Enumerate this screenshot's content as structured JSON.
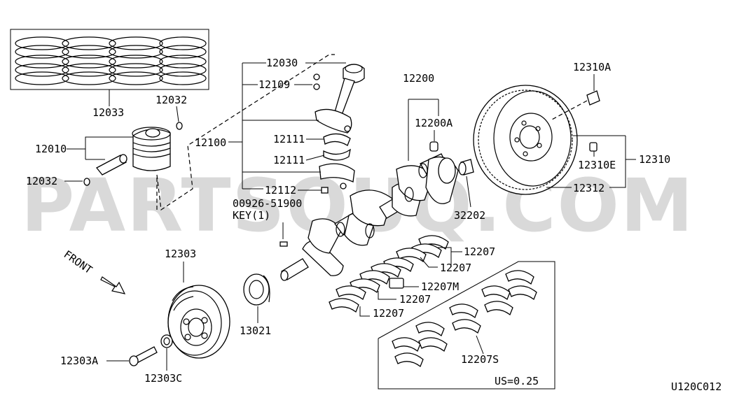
{
  "watermark": "PARTSOUQ.COM",
  "diagram_code": "U120C012",
  "front_label": "FRONT",
  "undersize_note": "US=0.25",
  "callouts": {
    "p12033": "12033",
    "p12032_top": "12032",
    "p12010": "12010",
    "p12032_left": "12032",
    "p12030": "12030",
    "p12109": "12109",
    "p12100": "12100",
    "p12111_a": "12111",
    "p12111_b": "12111",
    "p12112": "12112",
    "key_part": "00926-51900",
    "key_desc": "KEY(1)",
    "p12200": "12200",
    "p12200A": "12200A",
    "p32202": "32202",
    "p12310A": "12310A",
    "p12310E": "12310E",
    "p12310": "12310",
    "p12312": "12312",
    "p12303": "12303",
    "p12303A": "12303A",
    "p12303C": "12303C",
    "p13021": "13021",
    "p12207_a": "12207",
    "p12207_b": "12207",
    "p12207M": "12207M",
    "p12207_c": "12207",
    "p12207_d": "12207",
    "p12207S": "12207S"
  }
}
